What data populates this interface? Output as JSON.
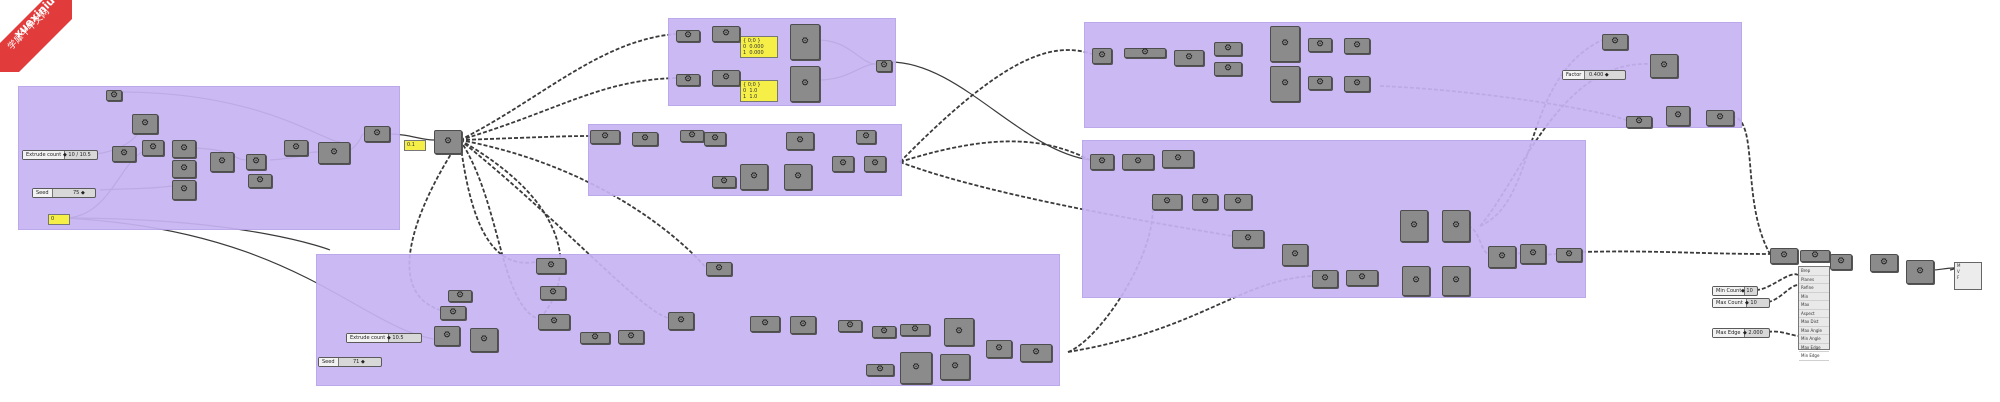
{
  "watermark": {
    "brand": "xuexiniu",
    "site": "学犀牛中文网"
  },
  "sliders": {
    "extrude_count_a": {
      "label": "Extrude count",
      "value": "◆ 10 / 10.5"
    },
    "seed_a": {
      "label": "Seed",
      "value": "75 ◆"
    },
    "extrude_count_b": {
      "label": "Extrude count",
      "value": "◆ 10.5"
    },
    "seed_b": {
      "label": "Seed",
      "value": "71 ◆"
    },
    "factor": {
      "label": "Factor",
      "value": "0.400 ◆"
    },
    "min_count": {
      "label": "Min Count",
      "value": "◆ 10"
    },
    "max_count": {
      "label": "Max Count",
      "value": "◆ 10"
    },
    "max_edge": {
      "label": "Max Edge",
      "value": "◆ 2.000"
    }
  },
  "panels": {
    "left_panel": "0",
    "mid_panel": "0.1",
    "top_panel_a": "{ 0;0 }\n0  0.000\n1  0.000",
    "top_panel_b": "{ 0;0 }\n0  1.0\n1  1.0"
  },
  "mesh_params": [
    "Brep",
    "Planes",
    "Refine",
    "Min",
    "Max",
    "Aspect",
    "Max Dist",
    "Max Angle",
    "Min Angle",
    "Max Edge",
    "Min Edge"
  ],
  "output_labels": [
    "M",
    "V",
    "F"
  ],
  "icons": {
    "component": "gear-icon",
    "preview": "sphere-icon"
  },
  "colors": {
    "group_fill": "#c7b4f2",
    "component": "#8b8b8b",
    "panel": "#f5ef48",
    "wire": "#3a3a3a"
  }
}
